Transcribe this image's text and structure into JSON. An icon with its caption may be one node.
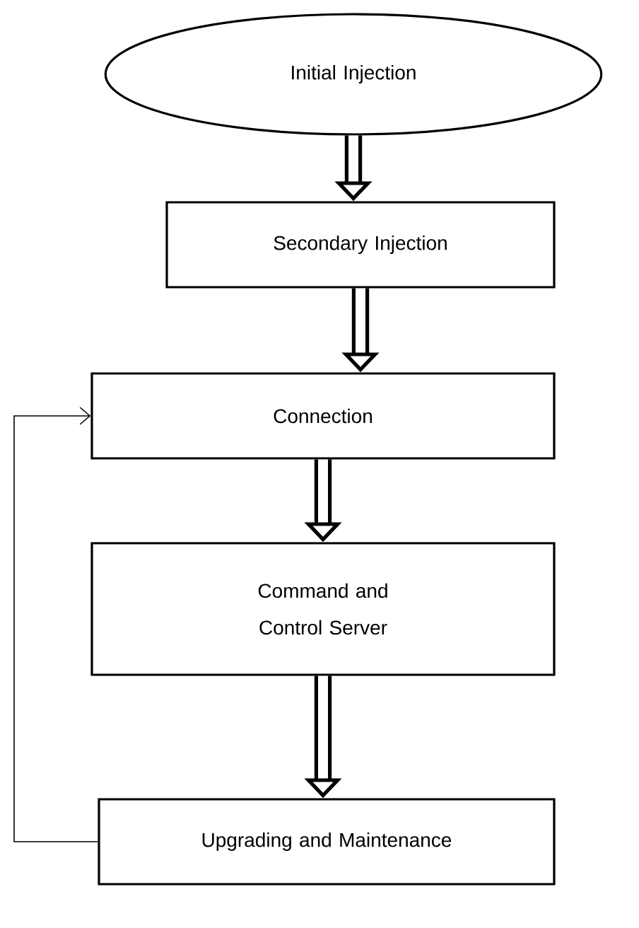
{
  "diagram": {
    "nodes": [
      {
        "text": [
          "Initial Injection"
        ]
      },
      {
        "text": [
          "Secondary Injection"
        ]
      },
      {
        "text": [
          "Connection"
        ]
      },
      {
        "text": [
          "Command and Control Server"
        ]
      },
      {
        "text": [
          "Upgrading and Maintenance"
        ]
      }
    ],
    "edges": [
      {
        "from": 0,
        "to": 1,
        "arrow": "to"
      },
      {
        "from": 1,
        "to": 2,
        "arrow": "to"
      },
      {
        "from": 2,
        "to": 3,
        "arrow": "to"
      },
      {
        "from": 3,
        "to": 4,
        "arrow": "to"
      },
      {
        "from": 4,
        "to": 2,
        "arrow": "to"
      }
    ]
  }
}
